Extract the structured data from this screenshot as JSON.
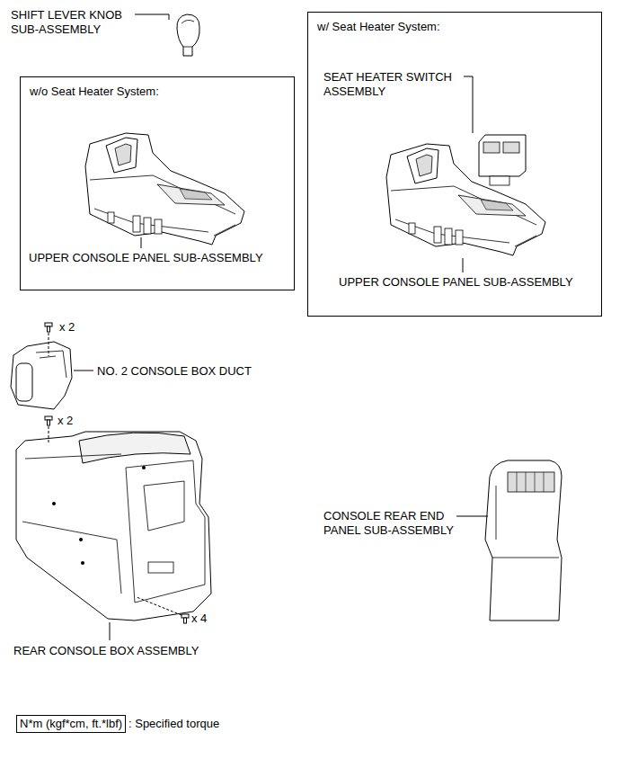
{
  "diagram": {
    "nodes": [
      {
        "text": [
          "w/o Seat Heater System:"
        ]
      },
      {
        "text": [
          "w/ Seat Heater System:"
        ]
      },
      {
        "text": [
          "N*m (kgf*cm, ft.*lbf)"
        ]
      }
    ],
    "labels": [
      "SHIFT LEVER KNOB SUB-ASSEMBLY",
      "SEAT HEATER SWITCH ASSEMBLY",
      "UPPER CONSOLE PANEL SUB-ASSEMBLY",
      "UPPER CONSOLE PANEL SUB-ASSEMBLY",
      "x 2",
      "NO. 2 CONSOLE BOX DUCT",
      "x 2",
      "CONSOLE REAR END PANEL SUB-ASSEMBLY",
      "x 4",
      "REAR CONSOLE BOX ASSEMBLY",
      ": Specified torque"
    ]
  }
}
